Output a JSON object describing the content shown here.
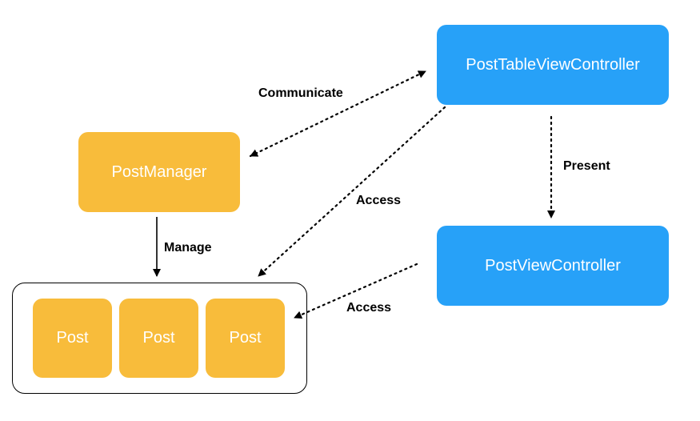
{
  "colors": {
    "blue": "#27a1f8",
    "yellow": "#f8bc3b",
    "edge": "#000000"
  },
  "nodes": {
    "post_table_view_controller": "PostTableViewController",
    "post_view_controller": "PostViewController",
    "post_manager": "PostManager",
    "posts": [
      "Post",
      "Post",
      "Post"
    ]
  },
  "edges": {
    "communicate": "Communicate",
    "present": "Present",
    "access_from_table": "Access",
    "access_from_view": "Access",
    "manage": "Manage"
  }
}
